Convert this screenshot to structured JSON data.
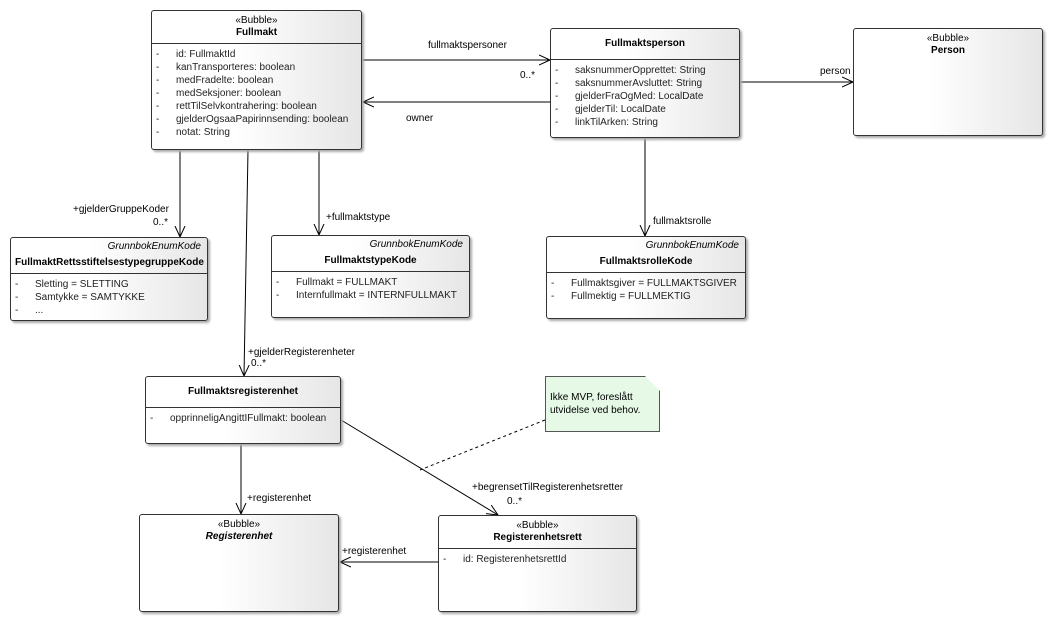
{
  "classes": {
    "fullmakt": {
      "stereotype": "«Bubble»",
      "name": "Fullmakt",
      "attrs": [
        "id: FullmaktId",
        "kanTransporteres: boolean",
        "medFradelte: boolean",
        "medSeksjoner: boolean",
        "rettTilSelvkontrahering: boolean",
        "gjelderOgsaaPapirinnsending: boolean",
        "notat: String"
      ]
    },
    "fullmaktsperson": {
      "name": "Fullmaktsperson",
      "attrs": [
        "saksnummerOpprettet: String",
        "saksnummerAvsluttet: String",
        "gjelderFraOgMed: LocalDate",
        "gjelderTil: LocalDate",
        "linkTilArken: String"
      ]
    },
    "person": {
      "stereotype": "«Bubble»",
      "name": "Person"
    },
    "gruppeKode": {
      "enum": "GrunnbokEnumKode",
      "name": "FullmaktRettsstiftelsestypegruppeKode",
      "attrs": [
        "Sletting = SLETTING",
        "Samtykke = SAMTYKKE",
        "..."
      ]
    },
    "typeKode": {
      "enum": "GrunnbokEnumKode",
      "name": "FullmaktstypeKode",
      "attrs": [
        "Fullmakt = FULLMAKT",
        "Internfullmakt = INTERNFULLMAKT"
      ]
    },
    "rolleKode": {
      "enum": "GrunnbokEnumKode",
      "name": "FullmaktsrolleKode",
      "attrs": [
        "Fullmaktsgiver = FULLMAKTSGIVER",
        "Fullmektig = FULLMEKTIG"
      ]
    },
    "registerenhet": {
      "name": "Fullmaktsregisterenhet",
      "attrs": [
        "opprinneligAngittIFullmakt: boolean"
      ]
    },
    "reg": {
      "stereotype": "«Bubble»",
      "name": "Registerenhet"
    },
    "regrett": {
      "stereotype": "«Bubble»",
      "name": "Registerenhetsrett",
      "attrs": [
        "id: RegisterenhetsrettId"
      ]
    }
  },
  "note": "Ikke MVP, foreslått utvidelse ved behov.",
  "labels": {
    "fullmaktspersoner": "fullmaktspersoner",
    "m1": "0..*",
    "owner": "owner",
    "person": "person",
    "gjelderGruppeKoder": "+gjelderGruppeKoder",
    "m2": "0..*",
    "fullmaktstype": "+fullmaktstype",
    "fullmaktsrolle": "fullmaktsrolle",
    "gjelderRegisterenheter": "+gjelderRegisterenheter",
    "m3": "0..*",
    "registerenhet1": "+registerenhet",
    "begrensetTil": "+begrensetTilRegisterenhetsretter",
    "m4": "0..*",
    "registerenhet2": "+registerenhet",
    "dash": "-"
  }
}
